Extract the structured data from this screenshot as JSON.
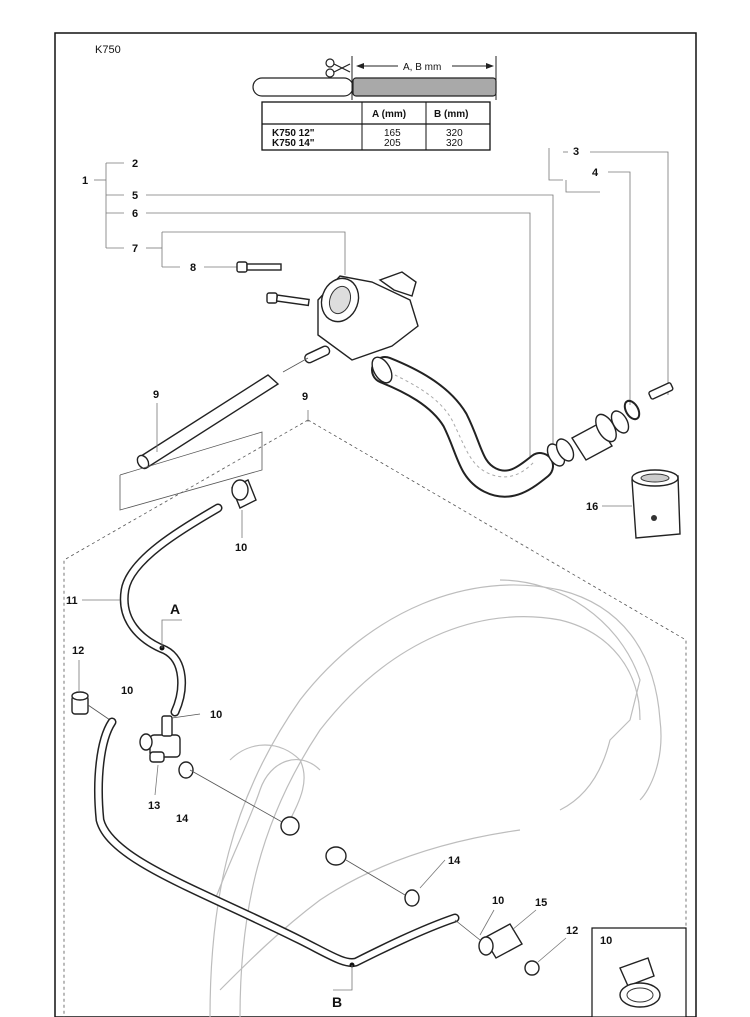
{
  "model": "K750",
  "measure_label": "A, B mm",
  "table": {
    "headers": [
      "",
      "A (mm)",
      "B (mm)"
    ],
    "rows": [
      {
        "model": "K750 12\"",
        "a": "165",
        "b": "320"
      },
      {
        "model": "K750 14\"",
        "a": "205",
        "b": "320"
      }
    ]
  },
  "callouts": {
    "p1": "1",
    "p2": "2",
    "p3": "3",
    "p4": "4",
    "p5": "5",
    "p6": "6",
    "p7": "7",
    "p8": "8",
    "p9a": "9",
    "p9b": "9",
    "p10a": "10",
    "p10b": "10",
    "p10c": "10",
    "p10d": "10",
    "p11": "11",
    "p12a": "12",
    "p12b": "12",
    "p13": "13",
    "p14a": "14",
    "p14b": "14",
    "p15": "15",
    "p16": "16",
    "inset": "10"
  },
  "markers": {
    "a": "A",
    "b": "B"
  }
}
